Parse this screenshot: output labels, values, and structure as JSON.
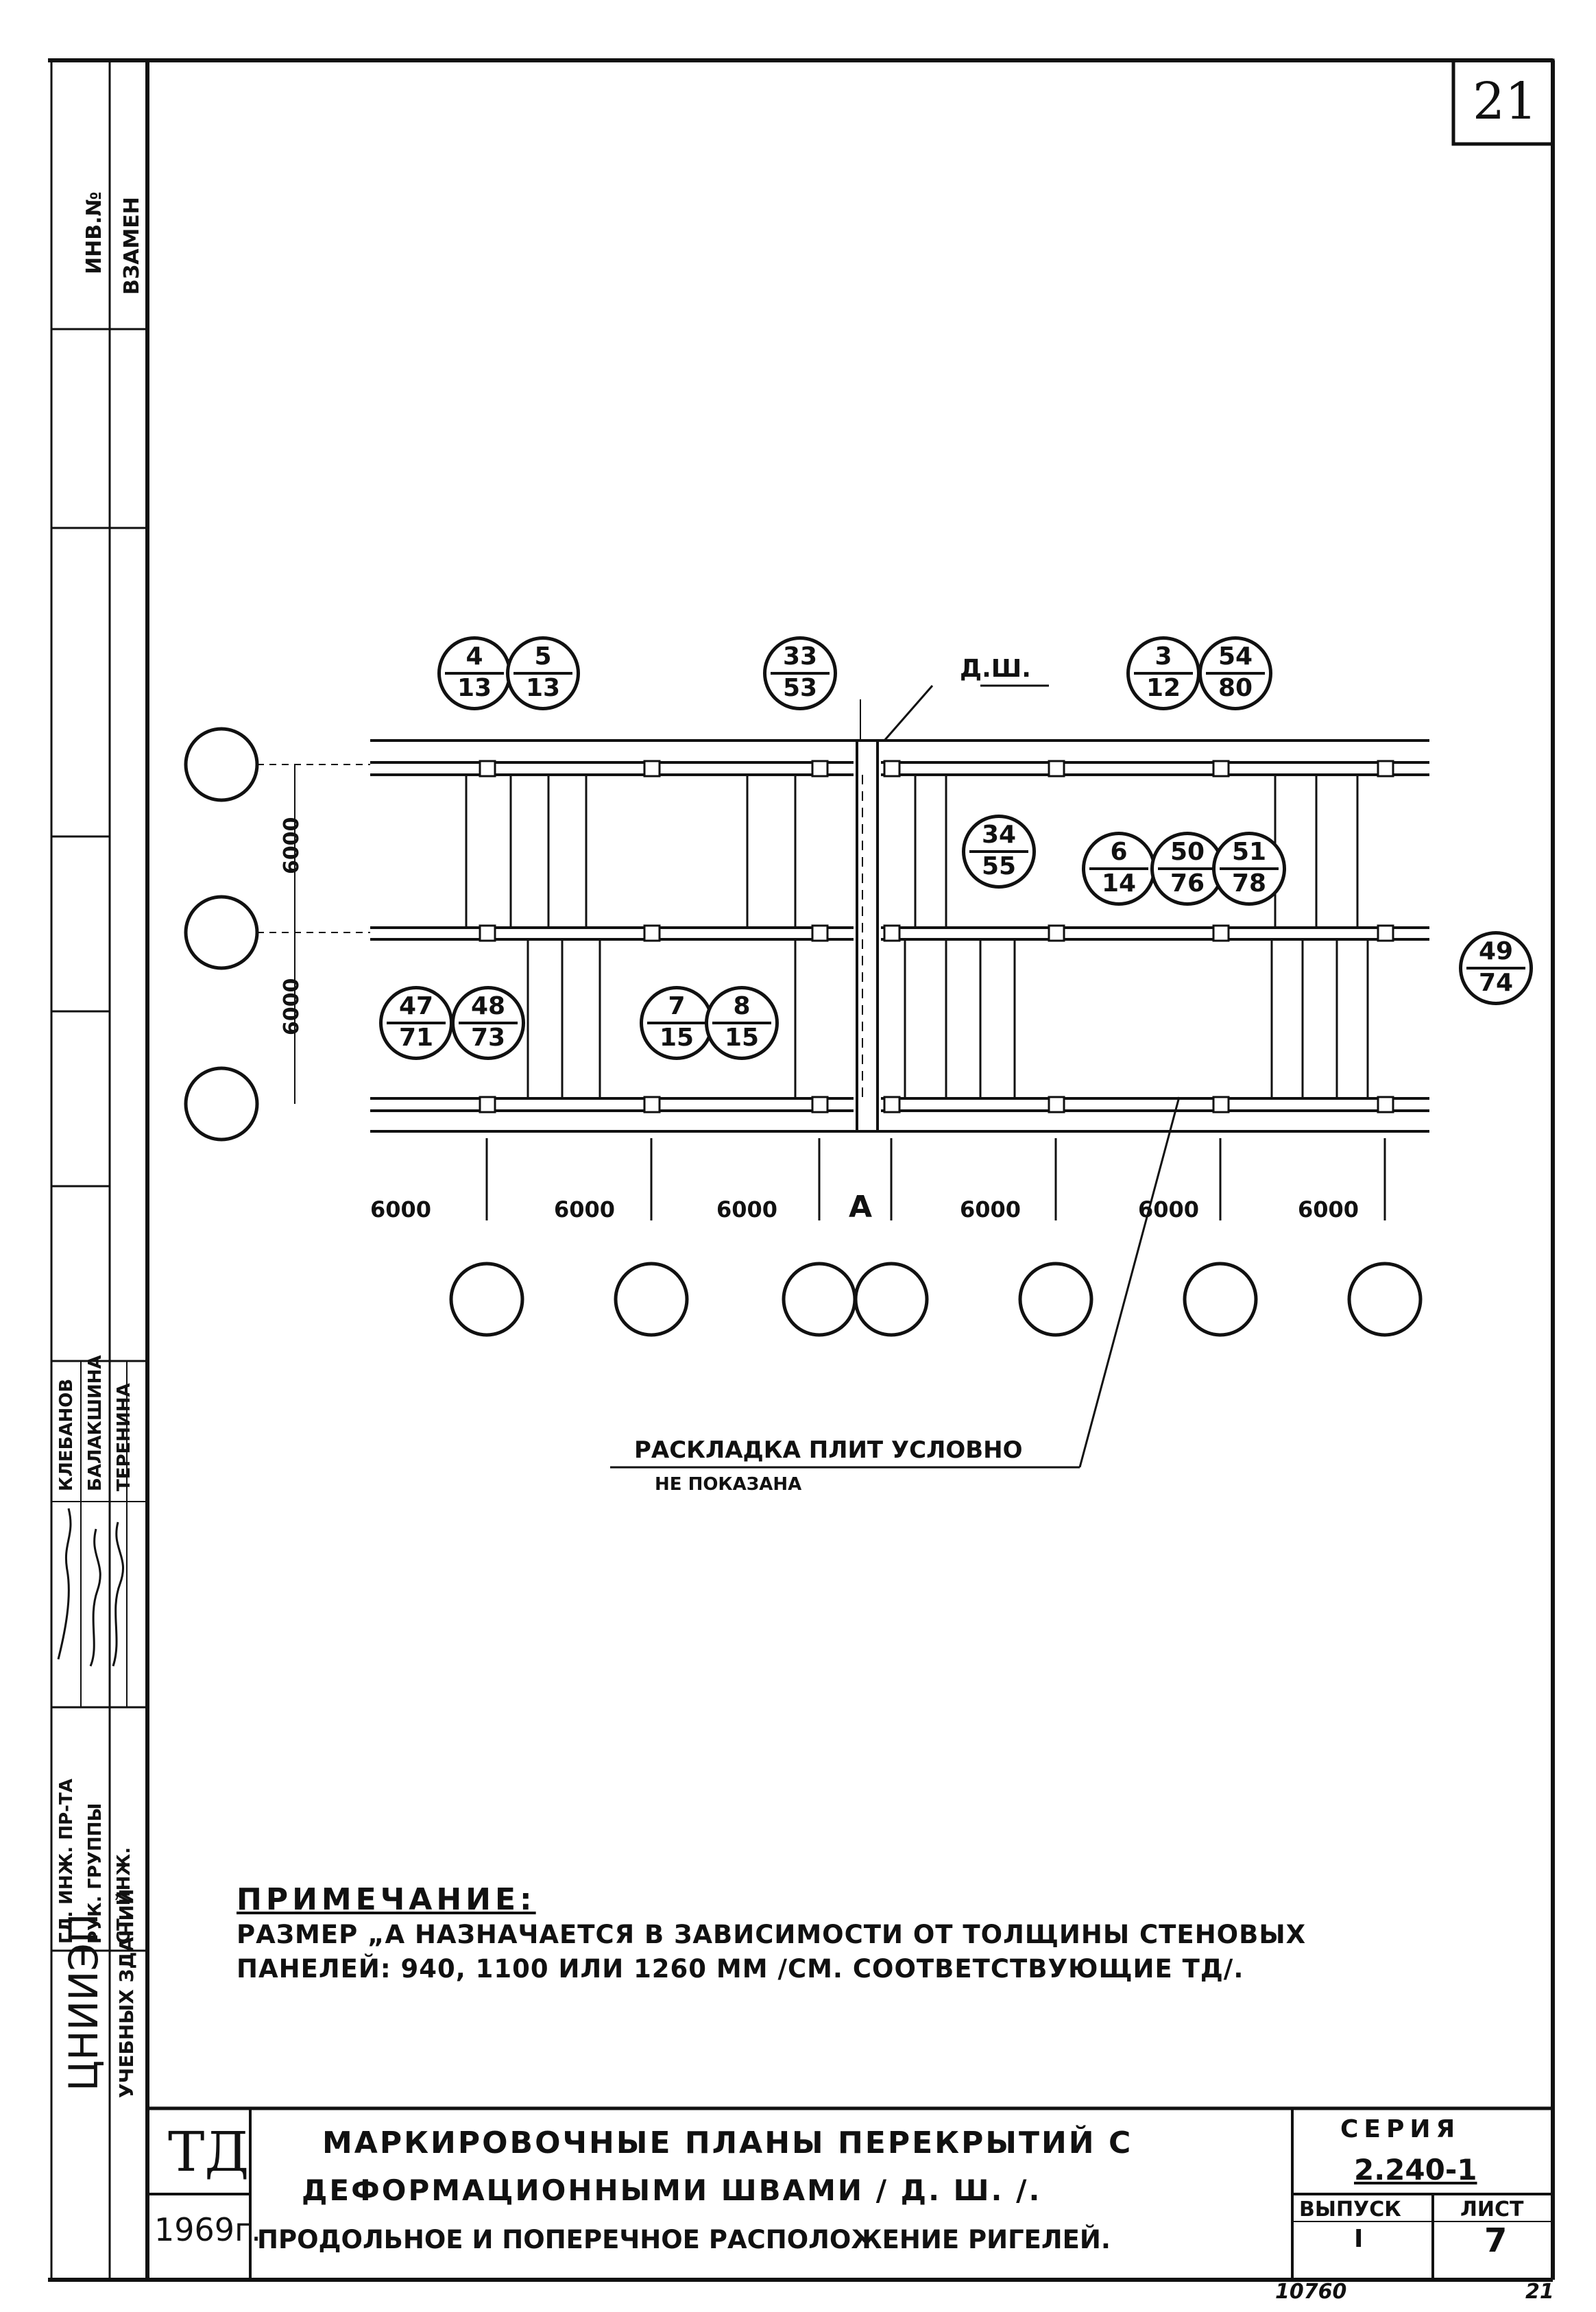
{
  "sheet": {
    "page_number": "21",
    "stamp_number": "10760",
    "stamp_mark": "21"
  },
  "left_strip": {
    "inv_no_label": "ИНВ.№",
    "replace_label": "ВЗАМЕН",
    "org_name": "ЦНИИЭП",
    "org_sub": "УЧЕБНЫХ ЗДАНИЙ",
    "staff": [
      {
        "position": "ГЛ. ИНЖ. ПР-ТА",
        "name": "КЛЕБАНОВ"
      },
      {
        "position": "РУК. ГРУППЫ",
        "name": "БАЛАКШИНА"
      },
      {
        "position": "СТ. ИНЖ.",
        "name": "ТЕРЕНИНА"
      }
    ]
  },
  "plan": {
    "joint_label": "Д.Ш.",
    "dimension_a": "А",
    "col_spans": [
      "6000",
      "6000",
      "6000",
      "6000",
      "6000",
      "6000"
    ],
    "row_spans": [
      "6000",
      "6000"
    ],
    "callouts": [
      {
        "top": "4",
        "bottom": "13"
      },
      {
        "top": "5",
        "bottom": "13"
      },
      {
        "top": "33",
        "bottom": "53"
      },
      {
        "top": "3",
        "bottom": "12"
      },
      {
        "top": "54",
        "bottom": "80"
      },
      {
        "top": "34",
        "bottom": "55"
      },
      {
        "top": "6",
        "bottom": "14"
      },
      {
        "top": "50",
        "bottom": "76"
      },
      {
        "top": "51",
        "bottom": "78"
      },
      {
        "top": "49",
        "bottom": "74"
      },
      {
        "top": "47",
        "bottom": "71"
      },
      {
        "top": "48",
        "bottom": "73"
      },
      {
        "top": "7",
        "bottom": "15"
      },
      {
        "top": "8",
        "bottom": "15"
      }
    ],
    "leader_note_line1": "РАСКЛАДКА ПЛИТ УСЛОВНО",
    "leader_note_line2": "НЕ ПОКАЗАНА"
  },
  "note": {
    "heading": "ПРИМЕЧАНИЕ:",
    "line1": "РАЗМЕР „А НАЗНАЧАЕТСЯ В ЗАВИСИМОСТИ ОТ ТОЛЩИНЫ СТЕНОВЫХ",
    "line2": "ПАНЕЛЕЙ: 940, 1100 ИЛИ 1260 ММ /СМ. СООТВЕТСТВУЮЩИЕ ТД/."
  },
  "title_block": {
    "code": "ТД",
    "year": "1969г.",
    "title_line1": "МАРКИРОВОЧНЫЕ ПЛАНЫ ПЕРЕКРЫТИЙ С",
    "title_line2": "ДЕФОРМАЦИОННЫМИ ШВАМИ / Д. Ш. /.",
    "title_line3": "ПРОДОЛЬНОЕ И ПОПЕРЕЧНОЕ РАСПОЛОЖЕНИЕ РИГЕЛЕЙ.",
    "series_label": "СЕРИЯ",
    "series_value": "2.240-1",
    "issue_label": "ВЫПУСК",
    "issue_value": "I",
    "sheet_label": "ЛИСТ",
    "sheet_value": "7"
  }
}
